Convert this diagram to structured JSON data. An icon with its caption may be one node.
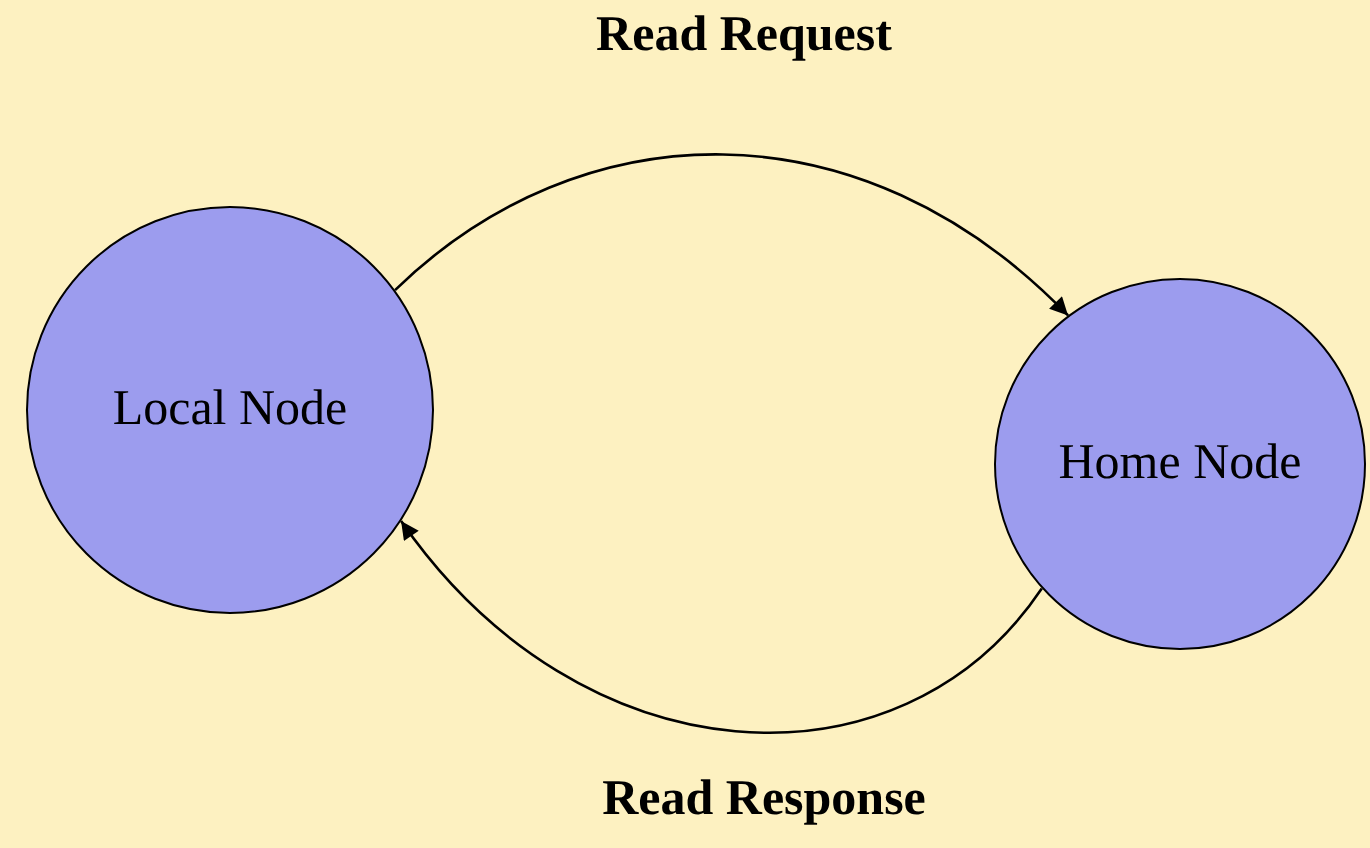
{
  "diagram": {
    "nodes": [
      {
        "text": [
          "Local Node"
        ]
      },
      {
        "text": [
          "Home Node"
        ]
      }
    ],
    "edges": [
      {
        "from": 0,
        "to": 1,
        "arrow": "to",
        "label": "Read Request"
      },
      {
        "from": 1,
        "to": 0,
        "arrow": "to",
        "label": "Read Response"
      }
    ]
  }
}
